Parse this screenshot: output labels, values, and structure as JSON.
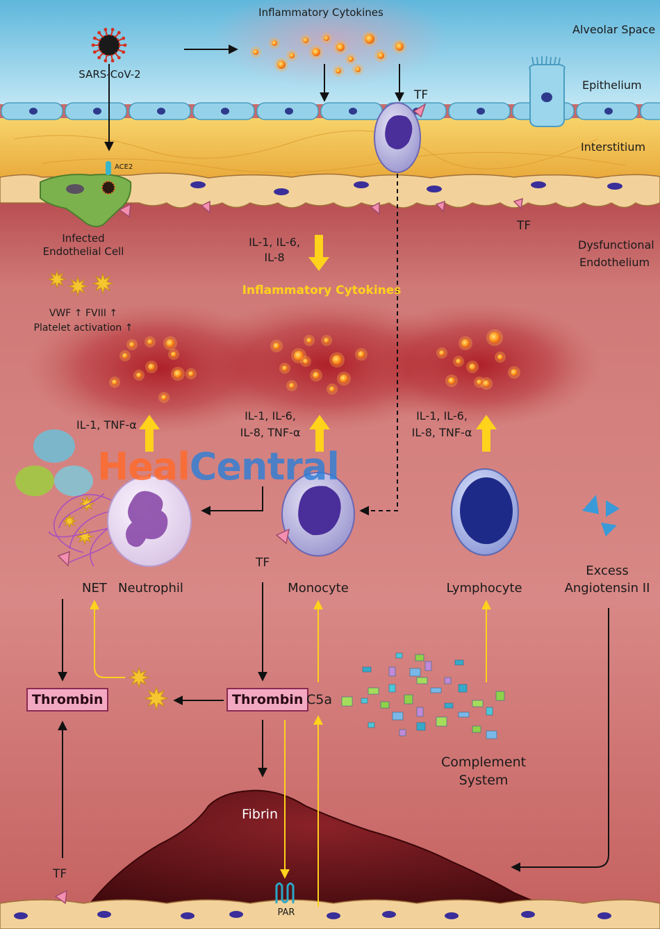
{
  "labels": {
    "inflammatory_cytokines_top": "Inflammatory Cytokines",
    "alveolar_space": "Alveolar Space",
    "sars_cov_2": "SARS-CoV-2",
    "epithelium": "Epithelium",
    "tf_top": "TF",
    "interstitium": "Interstitium",
    "ace2": "ACE2",
    "tf_endothelium": "TF",
    "infected_line1": "Infected",
    "infected_line2": "Endothelial Cell",
    "il_mid_line1": "IL-1, IL-6,",
    "il_mid_line2": "IL-8",
    "dysfunctional_line1": "Dysfunctional",
    "dysfunctional_line2": "Endothelium",
    "inflammatory_cytokines_mid": "Inflammatory Cytokines",
    "vwf_line": "VWF ↑ FVIII ↑",
    "platelet_line": "Platelet activation ↑",
    "il_left": "IL-1, TNF-α",
    "il_center_line1": "IL-1, IL-6,",
    "il_center_line2": "IL-8, TNF-α",
    "il_right_line1": "IL-1, IL-6,",
    "il_right_line2": "IL-8, TNF-α",
    "tf_monocyte": "TF",
    "net": "NET",
    "neutrophil": "Neutrophil",
    "monocyte": "Monocyte",
    "lymphocyte": "Lymphocyte",
    "excess_line1": "Excess",
    "excess_line2": "Angiotensin II",
    "thrombin_left": "Thrombin",
    "thrombin_center": "Thrombin",
    "c5a": "C5a",
    "complement_line1": "Complement",
    "complement_line2": "System",
    "fibrin": "Fibrin",
    "tf_bottom": "TF",
    "par": "PAR"
  },
  "watermark": {
    "part1": "Heal",
    "part2": "Central"
  },
  "colors": {
    "alveolar": "#7fcbe6",
    "epithelium": "#8fd0ea",
    "interstitium": "#f2c254",
    "endothelium": "#f4d49a",
    "vessel": "#c86a6a",
    "cytokine": "#ff9a22",
    "yellow_arrow": "#ffd21c",
    "tf_marker": "#f38fb0",
    "thrombin_box": "#f3a9c2",
    "fibrin_clot": "#5a1216",
    "infected_cell": "#78b24c"
  }
}
